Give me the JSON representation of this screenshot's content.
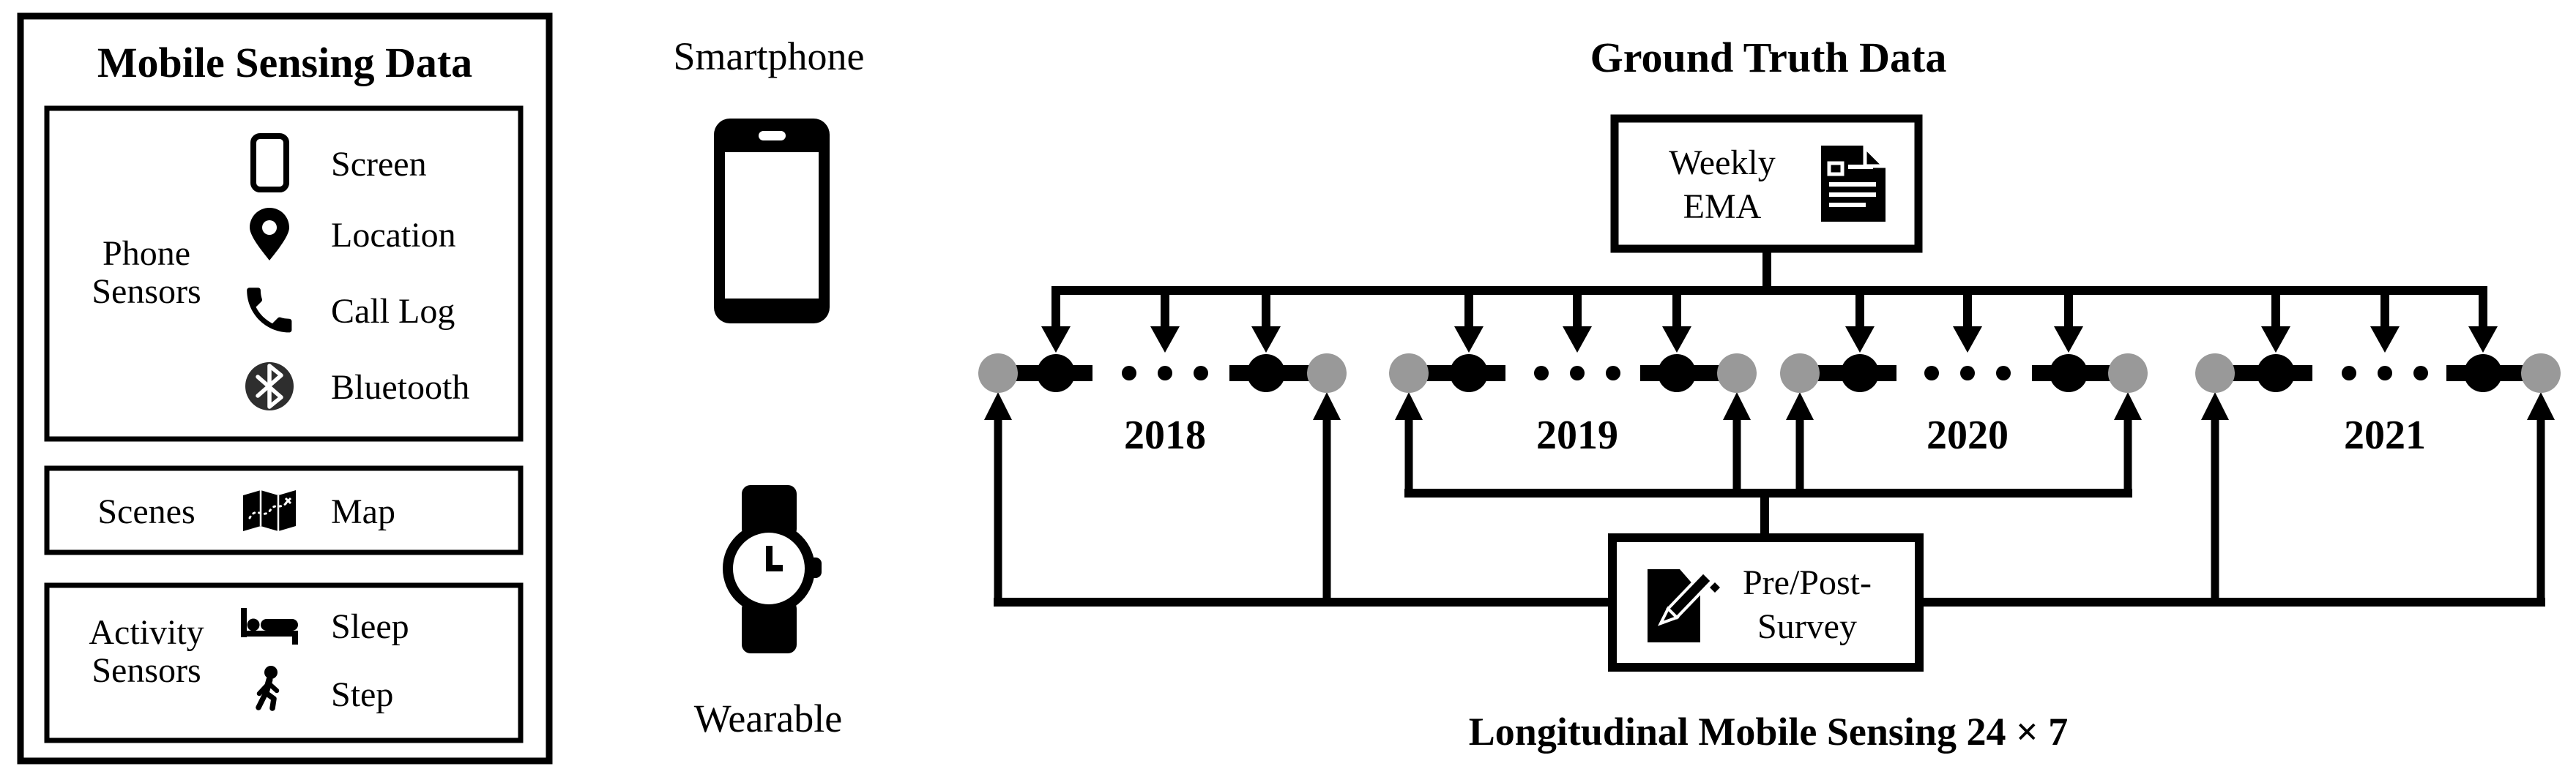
{
  "left_panel": {
    "title": "Mobile Sensing Data",
    "phone_group": {
      "label_lines": [
        "Phone",
        "Sensors"
      ],
      "items": [
        {
          "icon": "screen-icon",
          "label": "Screen"
        },
        {
          "icon": "location-icon",
          "label": "Location"
        },
        {
          "icon": "call-log-icon",
          "label": "Call Log"
        },
        {
          "icon": "bluetooth-icon",
          "label": "Bluetooth"
        }
      ]
    },
    "scenes_group": {
      "label": "Scenes",
      "items": [
        {
          "icon": "map-icon",
          "label": "Map"
        }
      ]
    },
    "activity_group": {
      "label_lines": [
        "Activity",
        "Sensors"
      ],
      "items": [
        {
          "icon": "sleep-bed-icon",
          "label": "Sleep"
        },
        {
          "icon": "step-walk-icon",
          "label": "Step"
        }
      ]
    }
  },
  "devices": {
    "smartphone_label": "Smartphone",
    "smartphone_icon": "smartphone-icon",
    "wearable_label": "Wearable",
    "wearable_icon": "wearable-watch-icon"
  },
  "ground_truth": {
    "title": "Ground Truth Data",
    "weekly_ema": {
      "line1": "Weekly",
      "line2": "EMA",
      "icon": "ema-document-icon"
    },
    "pre_post_survey": {
      "line1": "Pre/Post-",
      "line2": "Survey",
      "icon": "survey-pencil-icon"
    },
    "years": [
      "2018",
      "2019",
      "2020",
      "2021"
    ],
    "caption": "Longitudinal Mobile Sensing 24 × 7"
  },
  "colors": {
    "black": "#000000",
    "timeline_gray": "#999999",
    "background": "#ffffff"
  }
}
